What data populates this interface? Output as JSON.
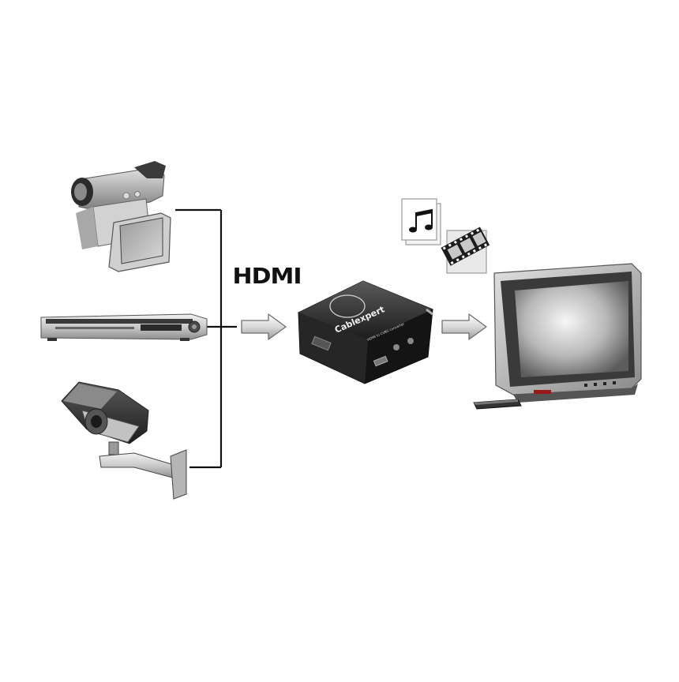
{
  "diagram": {
    "label": "HDMI",
    "converter": {
      "brand": "Cablexpert",
      "caption": "HDMI to CVBS converter"
    },
    "nodes": [
      {
        "name": "camcorder",
        "icon": "camcorder-icon"
      },
      {
        "name": "dvd-player",
        "icon": "dvd-player-icon"
      },
      {
        "name": "security-camera",
        "icon": "security-camera-icon"
      },
      {
        "name": "converter",
        "icon": "converter-box-icon"
      },
      {
        "name": "crt-tv",
        "icon": "crt-tv-icon"
      },
      {
        "name": "remote",
        "icon": "remote-control-icon"
      },
      {
        "name": "audio-file",
        "icon": "music-notes-icon"
      },
      {
        "name": "video-file",
        "icon": "film-strip-icon"
      }
    ]
  }
}
